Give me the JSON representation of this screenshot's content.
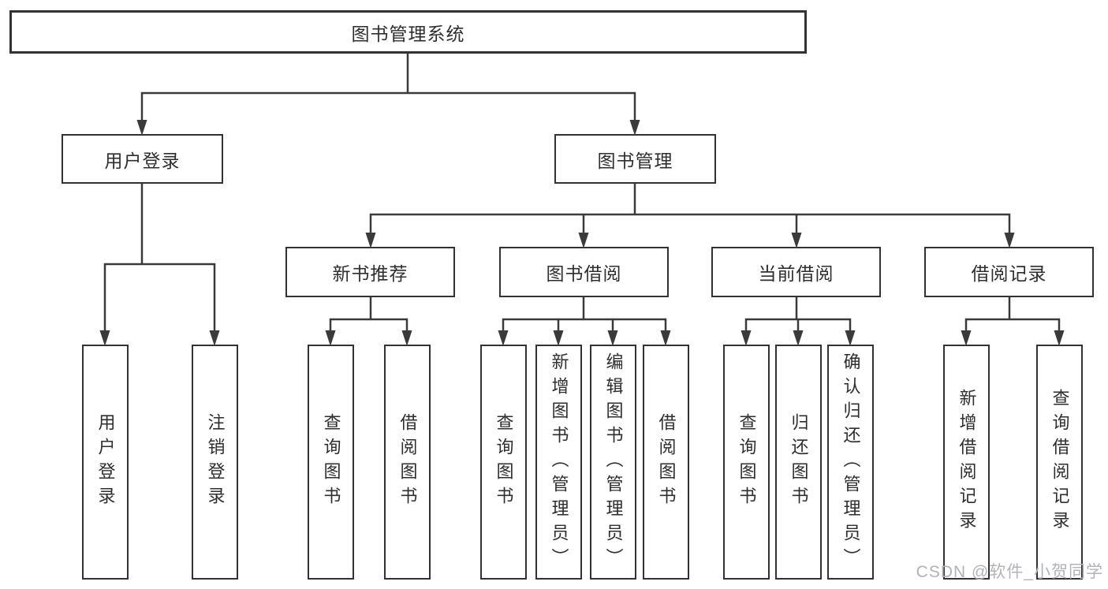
{
  "diagram": {
    "title": "图书管理系统",
    "type": "hierarchy-tree",
    "colors": {
      "line": "#3a3a3a",
      "box_border": "#323232",
      "box_fill": "#ffffff",
      "text": "#2e2e2e"
    },
    "tree": {
      "label": "图书管理系统",
      "children": [
        {
          "label": "用户登录",
          "children": [
            {
              "label": "用户登录"
            },
            {
              "label": "注销登录"
            }
          ]
        },
        {
          "label": "图书管理",
          "children": [
            {
              "label": "新书推荐",
              "children": [
                {
                  "label": "查询图书"
                },
                {
                  "label": "借阅图书"
                }
              ]
            },
            {
              "label": "图书借阅",
              "children": [
                {
                  "label": "查询图书"
                },
                {
                  "label": "新增图书（管理员）"
                },
                {
                  "label": "编辑图书（管理员）"
                },
                {
                  "label": "借阅图书"
                }
              ]
            },
            {
              "label": "当前借阅",
              "children": [
                {
                  "label": "查询图书"
                },
                {
                  "label": "归还图书"
                },
                {
                  "label": "确认归还（管理员）"
                }
              ]
            },
            {
              "label": "借阅记录",
              "children": [
                {
                  "label": "新增借阅记录"
                },
                {
                  "label": "查询借阅记录"
                }
              ]
            }
          ]
        }
      ]
    }
  },
  "watermark": {
    "text": "CSDN @软件_小贺同学",
    "color": "#b0b3b7"
  }
}
